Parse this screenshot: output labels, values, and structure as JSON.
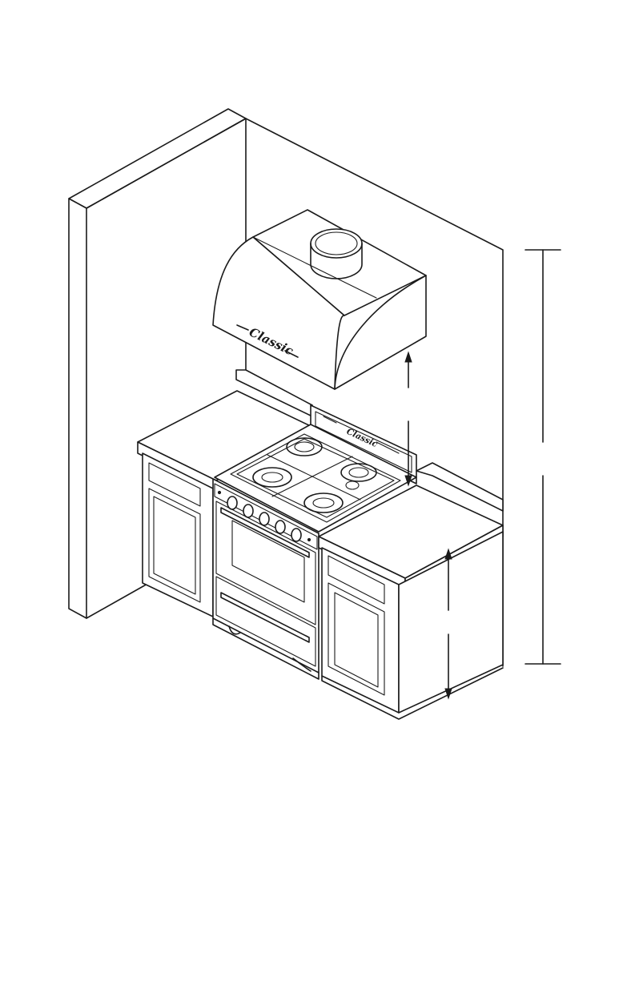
{
  "diagram": {
    "hood_logo": "Classic",
    "range_logo": "Classic",
    "colors": {
      "line": "#1a1a1a",
      "background": "#ffffff"
    },
    "components": [
      "wall",
      "range-hood",
      "gas-range",
      "left-cabinet",
      "right-cabinet",
      "countertop",
      "dimension-arrows"
    ]
  }
}
